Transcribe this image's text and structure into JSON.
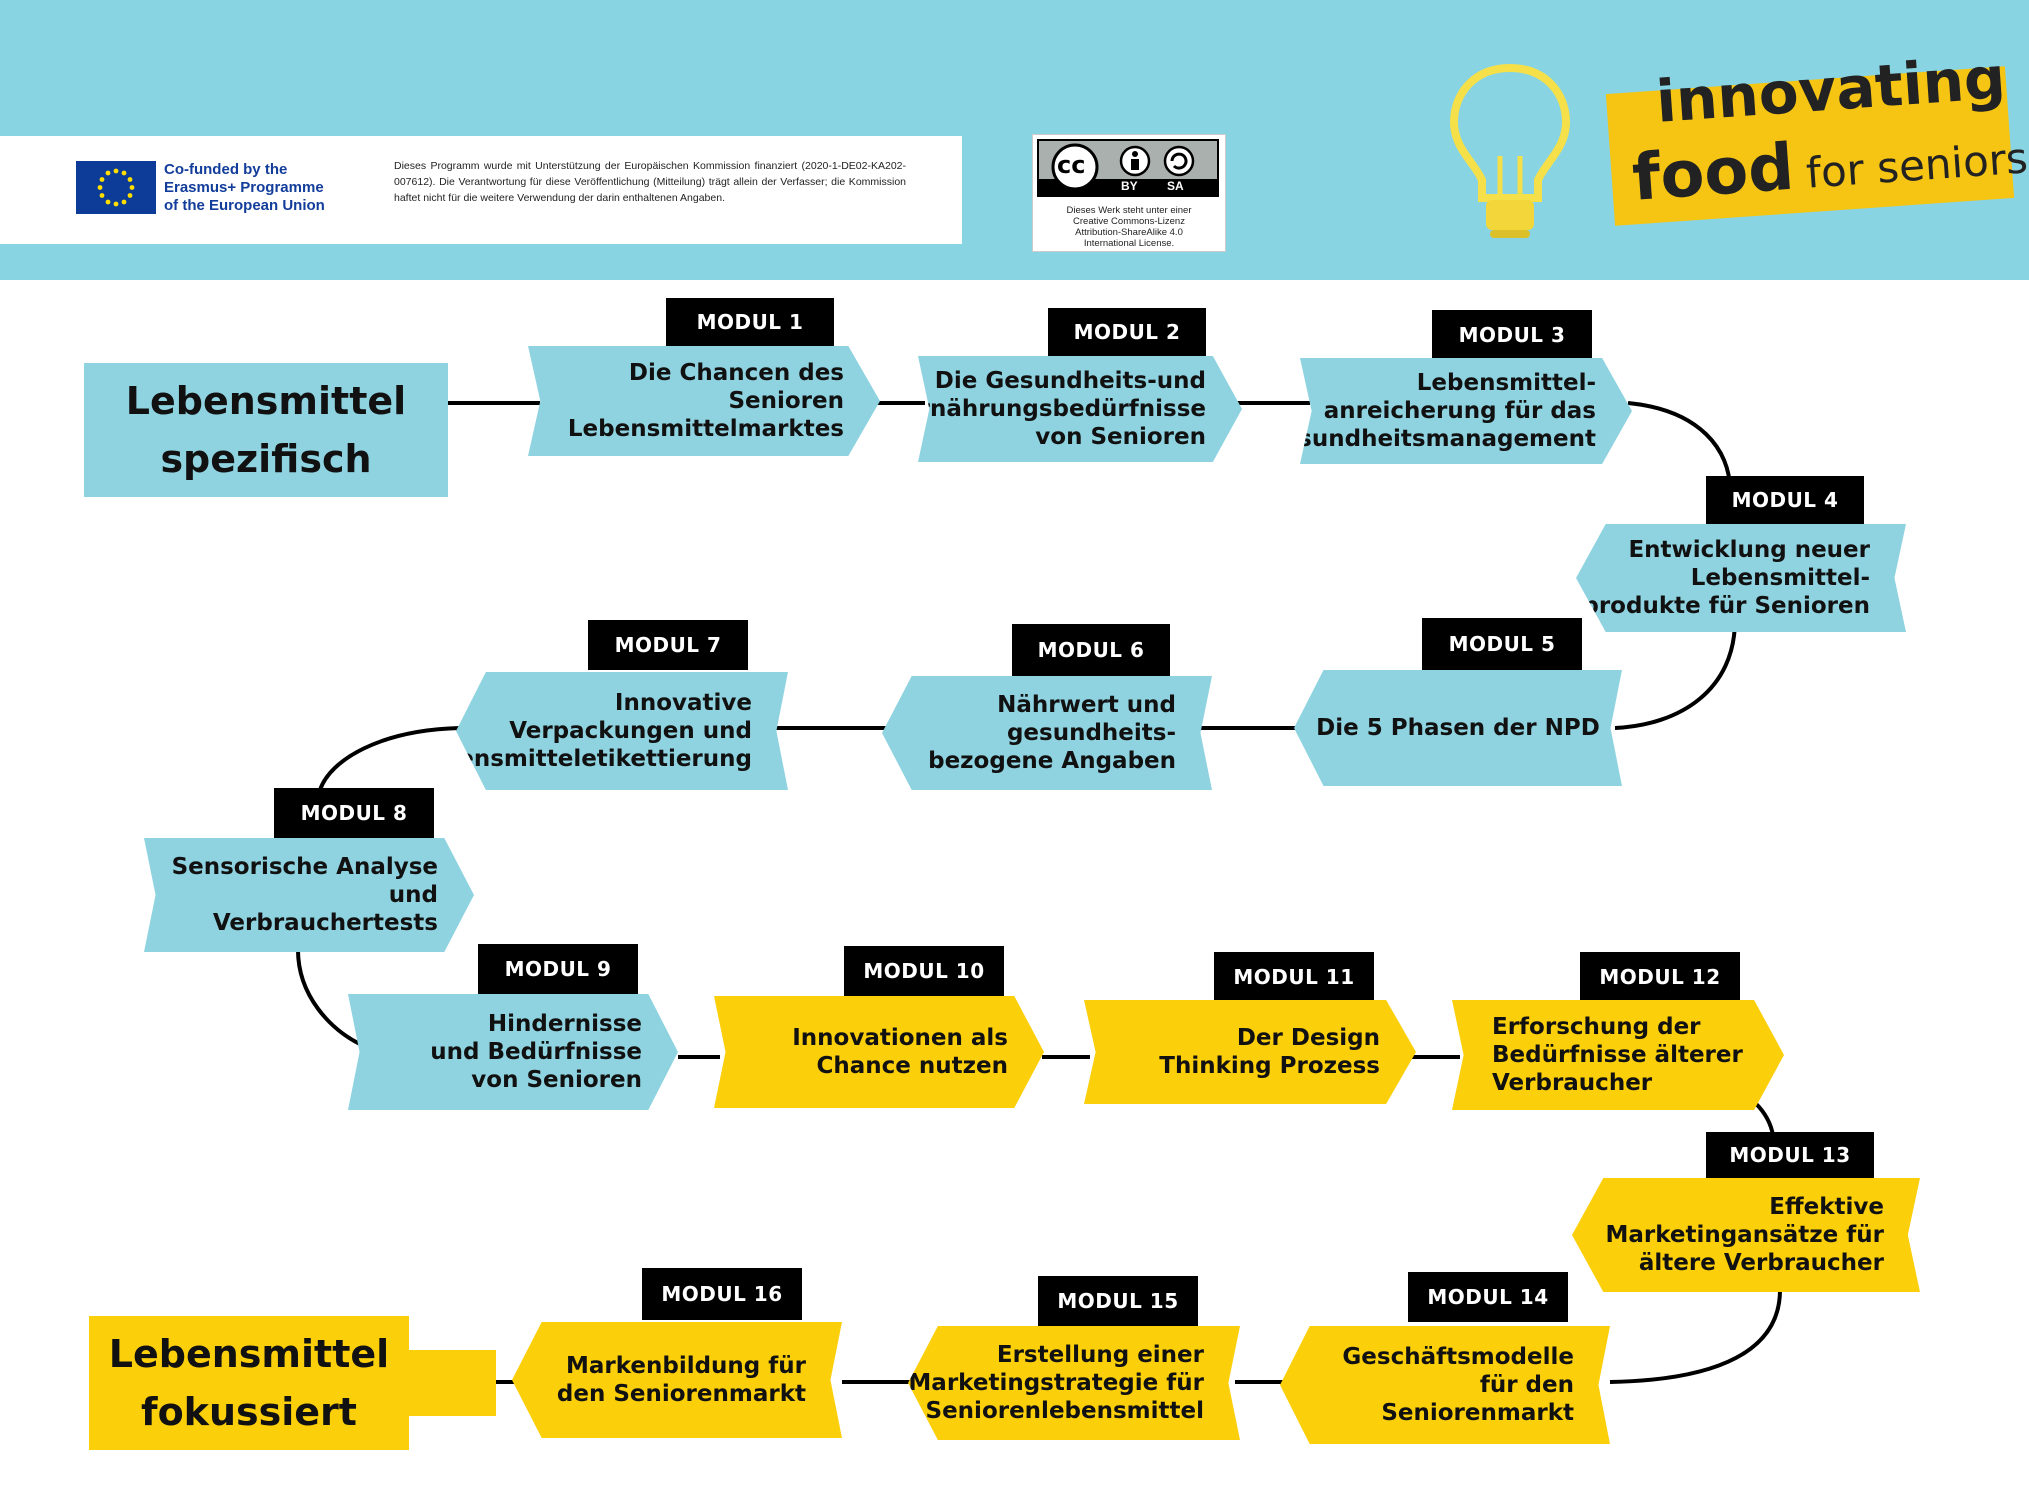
{
  "header": {
    "funding": [
      "Co-funded by the",
      "Erasmus+ Programme",
      "of the European Union"
    ],
    "disclaimer": "Dieses Programm wurde mit Unterstützung der Europäischen Kommission finanziert (2020-1-DE02-KA202-007612). Die Verantwortung für diese Veröffentlichung (Mitteilung) trägt allein der Verfasser; die Kommission haftet nicht für die weitere Verwendung der darin enthaltenen Angaben.",
    "license_badge": {
      "cc": "cc",
      "by": "BY",
      "sa": "SA"
    },
    "license_text": [
      "Dieses Werk steht unter einer",
      "Creative Commons-Lizenz",
      "Attribution-ShareAlike 4.0",
      "International License."
    ],
    "logo": {
      "line1": "innovating",
      "food": "food",
      "for_seniors": "for seniors"
    }
  },
  "start_label": [
    "Lebensmittel",
    "spezifisch"
  ],
  "end_label": [
    "Lebensmittel",
    "fokussiert"
  ],
  "modules": [
    {
      "tag": "MODUL 1",
      "lines": [
        "Die Chancen des",
        "Senioren",
        "Lebensmittelmarktes"
      ]
    },
    {
      "tag": "MODUL 2",
      "lines": [
        "Die Gesundheits-und",
        "Ernährungsbedürfnisse",
        "von Senioren"
      ]
    },
    {
      "tag": "MODUL 3",
      "lines": [
        "Lebensmittel-",
        "anreicherung für das",
        "Gesundheitsmanagement"
      ]
    },
    {
      "tag": "MODUL 4",
      "lines": [
        "Entwicklung neuer",
        "Lebensmittel-",
        "produkte für Senioren"
      ]
    },
    {
      "tag": "MODUL 5",
      "lines": [
        "Die 5 Phasen der NPD"
      ]
    },
    {
      "tag": "MODUL 6",
      "lines": [
        "Nährwert und",
        "gesundheits-",
        "bezogene Angaben"
      ]
    },
    {
      "tag": "MODUL 7",
      "lines": [
        "Innovative",
        "Verpackungen und",
        "Lebensmitteletikettierung"
      ]
    },
    {
      "tag": "MODUL 8",
      "lines": [
        "Sensorische Analyse",
        "und",
        "Verbrauchertests"
      ]
    },
    {
      "tag": "MODUL  9",
      "lines": [
        "Hindernisse",
        "und Bedürfnisse",
        "von Senioren"
      ]
    },
    {
      "tag": "MODUL 10",
      "lines": [
        "Innovationen als",
        "Chance nutzen"
      ]
    },
    {
      "tag": "MODUL 11",
      "lines": [
        "Der Design",
        "Thinking Prozess"
      ]
    },
    {
      "tag": "MODUL 12",
      "lines": [
        "Erforschung der",
        "Bedürfnisse älterer",
        "Verbraucher"
      ]
    },
    {
      "tag": "MODUL 13",
      "lines": [
        "Effektive",
        "Marketingansätze für",
        "ältere Verbraucher"
      ]
    },
    {
      "tag": "MODUL 14",
      "lines": [
        "Geschäftsmodelle",
        "für den",
        "Seniorenmarkt"
      ]
    },
    {
      "tag": "MODUL 15",
      "lines": [
        "Erstellung einer",
        "Marketingstrategie für",
        "Seniorenlebensmittel"
      ]
    },
    {
      "tag": "MODUL 16",
      "lines": [
        "Markenbildung für",
        "den Seniorenmarkt"
      ]
    }
  ],
  "colors": {
    "blue": "#8fd3e1",
    "yellow": "#fccf0b",
    "tag": "#000000",
    "header_bg": "#88d4e2"
  }
}
